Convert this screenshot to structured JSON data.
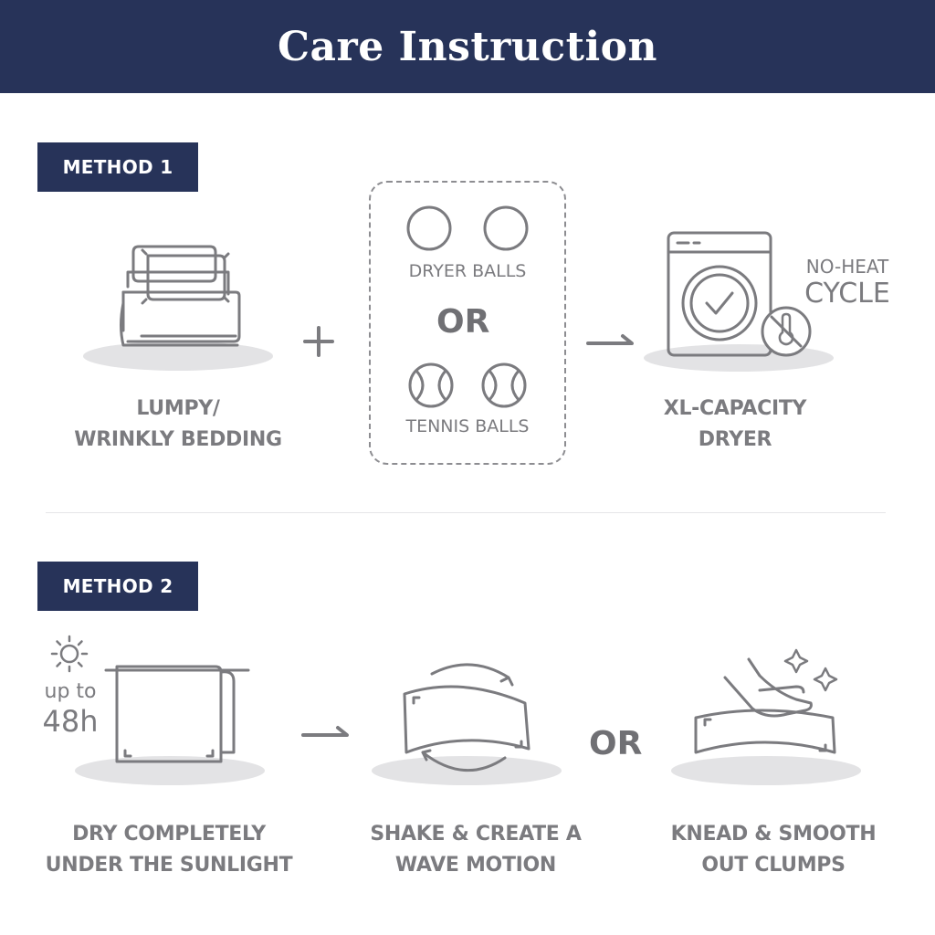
{
  "header": {
    "title": "Care Instruction"
  },
  "method1": {
    "tag": "METHOD 1",
    "bedding_label": [
      "LUMPY/",
      "WRINKLY BEDDING"
    ],
    "plus": "+",
    "dryer_balls": "DRYER BALLS",
    "or": "OR",
    "tennis_balls": "TENNIS BALLS",
    "no_heat_line1": "NO-HEAT",
    "no_heat_line2": "CYCLE",
    "dryer_label": [
      "XL-CAPACITY",
      "DRYER"
    ]
  },
  "method2": {
    "tag": "METHOD 2",
    "up_to": "up to",
    "hours": "48h",
    "sun_label": [
      "DRY COMPLETELY",
      "UNDER THE SUNLIGHT"
    ],
    "shake_label": [
      "SHAKE & CREATE A",
      "WAVE MOTION"
    ],
    "or": "OR",
    "knead_label": [
      "KNEAD & SMOOTH",
      "OUT CLUMPS"
    ]
  },
  "icons": [
    "bedding-stack-icon",
    "dryer-ball-icon",
    "tennis-ball-icon",
    "dryer-machine-icon",
    "no-heat-thermometer-icon",
    "sun-icon",
    "hanging-blanket-icon",
    "wave-blanket-icon",
    "kneading-hand-icon",
    "sparkle-icon",
    "arrow-icon"
  ],
  "colors": {
    "navy": "#273359",
    "text_gray": "#7b7b7f",
    "shadow_gray": "#e3e3e5"
  }
}
